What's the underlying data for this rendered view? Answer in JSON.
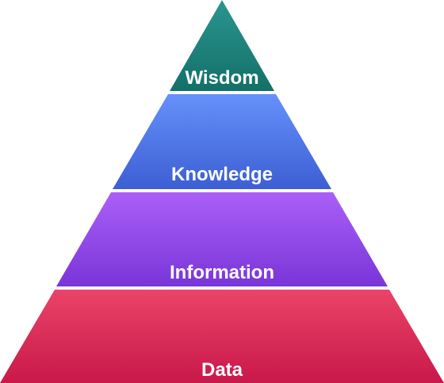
{
  "pyramid": {
    "tiers": [
      {
        "label": "Wisdom",
        "color_top": "#2a9590",
        "color_bottom": "#137068"
      },
      {
        "label": "Knowledge",
        "color_top": "#6690fb",
        "color_bottom": "#3c5fd3"
      },
      {
        "label": "Information",
        "color_top": "#aa60f8",
        "color_bottom": "#7a35d8"
      },
      {
        "label": "Data",
        "color_top": "#ea4468",
        "color_bottom": "#c9184a"
      }
    ]
  }
}
